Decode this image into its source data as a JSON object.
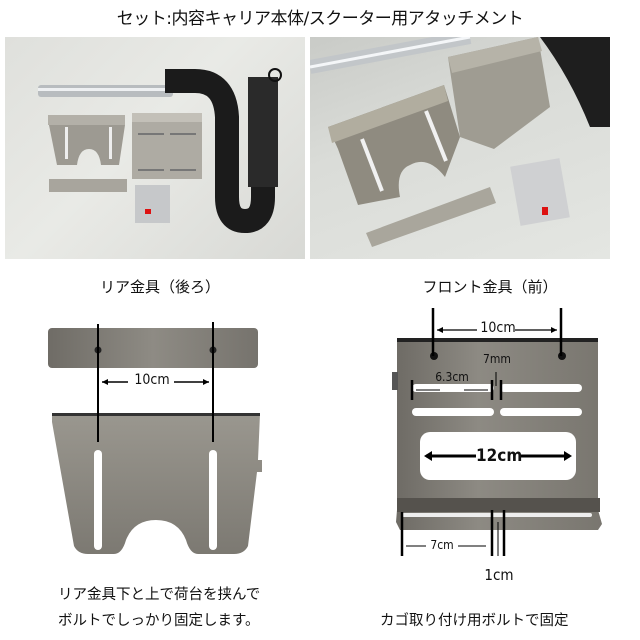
{
  "header": {
    "title": "セット:内容キャリア本体/スクーター用アタッチメント"
  },
  "photos": {
    "left": {
      "alt": "キャリア本体とアタッチメント一式"
    },
    "right": {
      "alt": "アタッチメント金具とボルト"
    }
  },
  "rear": {
    "caption": "リア金具（後ろ）",
    "dimensions": {
      "hole_spacing": "10cm"
    },
    "note_line1": "リア金具下と上で荷台を挟んで",
    "note_line2": "ボルトでしっかり固定します。"
  },
  "front": {
    "caption": "フロント金具（前）",
    "dimensions": {
      "hole_spacing": "10cm",
      "slot_gap": "7mm",
      "slot_length": "6.3cm",
      "window_width": "12cm",
      "bottom_slot_length": "7cm",
      "bottom_gap": "1cm"
    },
    "note": "カゴ取り付け用ボルトで固定"
  },
  "colors": {
    "metal": "#8e8b84",
    "metal_dark": "#6e6b65",
    "background": "#ffffff",
    "text": "#111111"
  }
}
